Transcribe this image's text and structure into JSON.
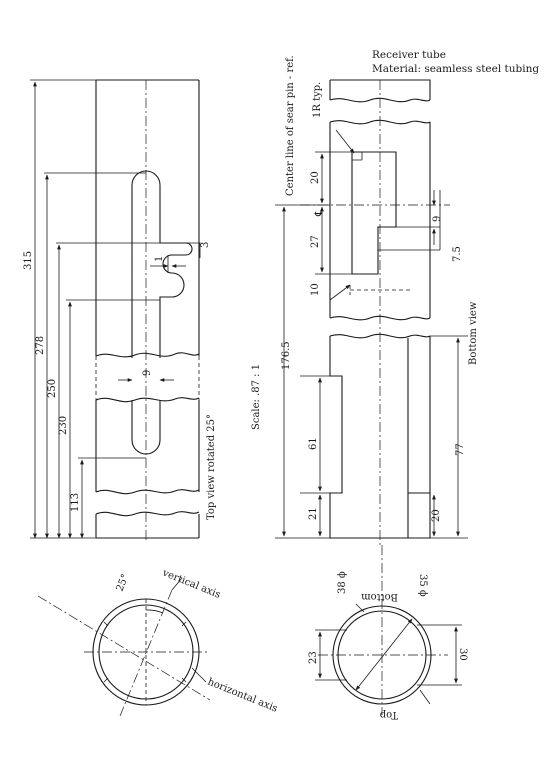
{
  "header": {
    "title": "Receiver tube",
    "material": "Material: seamless steel tubing"
  },
  "labels": {
    "scale": "Scale: .87 : 1",
    "top_view": "Top view rotated 25°",
    "bottom_view": "Bottom view",
    "center_line": "Center line of sear pin - ref.",
    "radius": "1R typ.",
    "cl_symbol": "℄",
    "vertical_axis": "vertical axis",
    "horizontal_axis": "horizontal axis",
    "angle": "25°",
    "bottom": "Bottom",
    "top": "Top"
  },
  "dims_left": {
    "d315": "315",
    "d278": "278",
    "d250": "250",
    "d230": "230",
    "d113": "113",
    "d3": "3",
    "d1": "1",
    "d9": "9"
  },
  "dims_right": {
    "d176_5": "176.5",
    "d20": "20",
    "d27": "27",
    "d10": "10",
    "d9": "9",
    "d7_5": "7.5",
    "d61": "61",
    "d21": "21",
    "d77": "77",
    "d20b": "20"
  },
  "dims_circle": {
    "d38": "38 ϕ",
    "d35": "35 ϕ",
    "d23": "23",
    "d30": "30"
  }
}
